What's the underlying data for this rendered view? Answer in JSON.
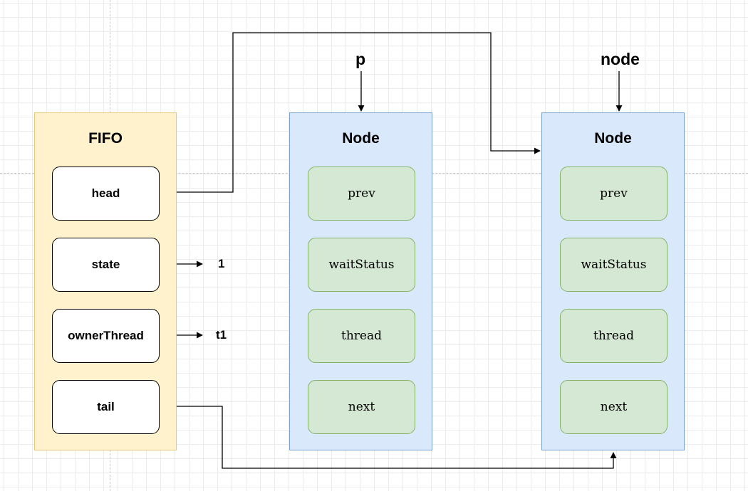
{
  "fifo": {
    "title": "FIFO",
    "fields": [
      "head",
      "state",
      "ownerThread",
      "tail"
    ]
  },
  "nodes": [
    {
      "title": "Node",
      "pointer_label": "p",
      "fields": [
        "prev",
        "waitStatus",
        "thread",
        "next"
      ]
    },
    {
      "title": "Node",
      "pointer_label": "node",
      "fields": [
        "prev",
        "waitStatus",
        "thread",
        "next"
      ]
    }
  ],
  "values": {
    "state": "1",
    "owner_thread": "t1"
  },
  "colors": {
    "fifo_fill": "#fff2cc",
    "node_fill": "#dae8fc",
    "field_fill": "#d5e8d4",
    "field_border": "#82b366"
  }
}
